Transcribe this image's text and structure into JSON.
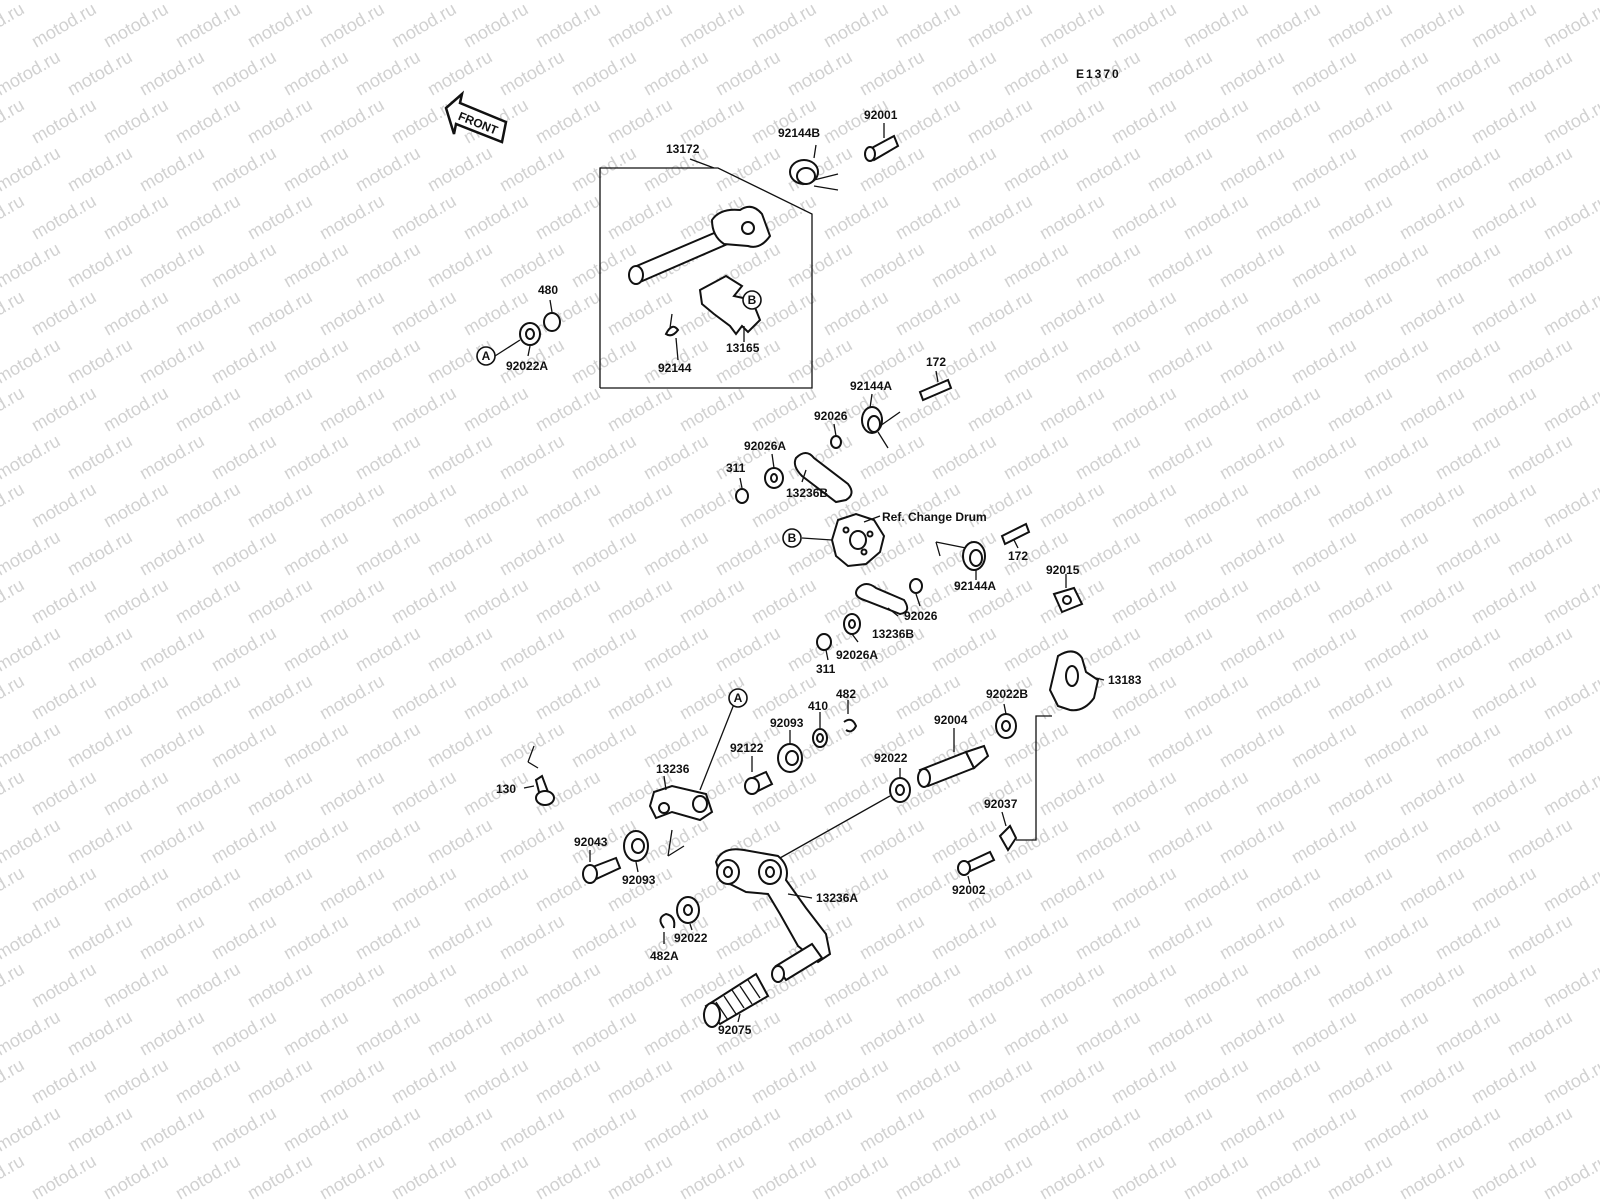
{
  "diagram_code": "E1370",
  "front_label": "FRONT",
  "watermark": "motod.ru",
  "ref_label": "Ref. Change Drum",
  "markers": {
    "a": "A",
    "b": "B"
  },
  "labels": {
    "p13172": "13172",
    "p92144B": "92144B",
    "p92001": "92001",
    "p480": "480",
    "p92022A": "92022A",
    "p92144": "92144",
    "p13165": "13165",
    "p172a": "172",
    "p92144A_a": "92144A",
    "p92026a": "92026",
    "p92026A_a": "92026A",
    "p311a": "311",
    "p13236B_a": "13236B",
    "p172b": "172",
    "p92144A_b": "92144A",
    "p92015": "92015",
    "p92026b": "92026",
    "p13236B_b": "13236B",
    "p92026A_b": "92026A",
    "p311b": "311",
    "p13183": "13183",
    "p482": "482",
    "p410": "410",
    "p92093a": "92093",
    "p92122": "92122",
    "p92022B": "92022B",
    "p92004": "92004",
    "p92022a": "92022",
    "p13236": "13236",
    "p130": "130",
    "p92037": "92037",
    "p92043": "92043",
    "p92093b": "92093",
    "p92002": "92002",
    "p13236A": "13236A",
    "p92022b": "92022",
    "p482A": "482A",
    "p92075": "92075"
  }
}
